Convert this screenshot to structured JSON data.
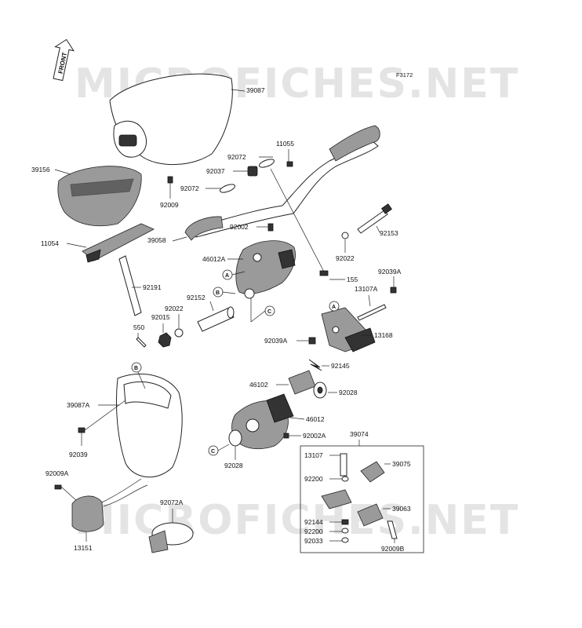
{
  "diagram_code": "F3172",
  "watermark": "MICROFICHES.NET",
  "front_badge": "FRONT",
  "labels": {
    "p39087": "39087",
    "p39156": "39156",
    "p92009": "92009",
    "p11054": "11054",
    "p92191": "92191",
    "p92072_top": "92072",
    "p11055": "11055",
    "p92037": "92037",
    "p92072_mid": "92072",
    "p92002": "92002",
    "p39058": "39058",
    "p92153": "92153",
    "p46012A": "46012A",
    "p92022_right": "92022",
    "p155": "155",
    "p92039A_top": "92039A",
    "p13107A": "13107A",
    "p92152": "92152",
    "p92022_left": "92022",
    "p92015": "92015",
    "p550": "550",
    "p13168": "13168",
    "p92039A_mid": "92039A",
    "p92145": "92145",
    "p46102": "46102",
    "p92028_right": "92028",
    "p39087A": "39087A",
    "p46012": "46012",
    "p92039": "92039",
    "p92002A": "92002A",
    "p39074": "39074",
    "p92028_bottom": "92028",
    "p92009A": "92009A",
    "p92072A": "92072A",
    "p13107": "13107",
    "p39075": "39075",
    "p92200_top": "92200",
    "p39063": "39063",
    "p92144": "92144",
    "p92200_bottom": "92200",
    "p92033": "92033",
    "p92009B": "92009B",
    "p13151": "13151"
  },
  "callouts": {
    "a1": "A",
    "b1": "B",
    "c1": "C",
    "a2": "A",
    "b2": "B",
    "c2": "C"
  }
}
